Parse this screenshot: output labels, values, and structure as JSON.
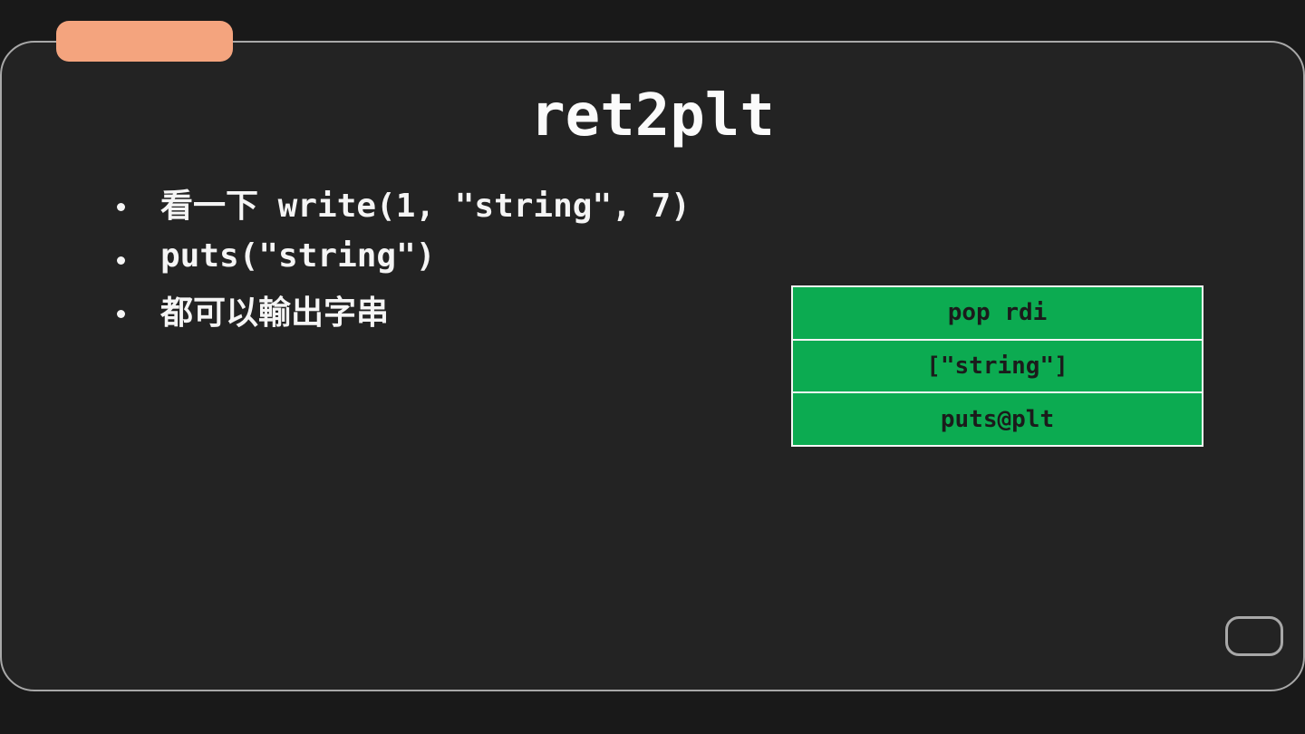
{
  "slide": {
    "title": "ret2plt",
    "bullets": [
      "看一下 write(1, \"string\", 7)",
      "puts(\"string\")",
      "都可以輸出字串"
    ],
    "stack_diagram": {
      "frames": [
        "pop rdi",
        "[\"string\"]",
        "puts@plt"
      ]
    },
    "colors": {
      "accent_tab": "#f4a47e",
      "stack_fill": "#0cab51",
      "frame_border": "#a8a8a8",
      "background": "#191919",
      "slide_background": "#232323"
    }
  }
}
